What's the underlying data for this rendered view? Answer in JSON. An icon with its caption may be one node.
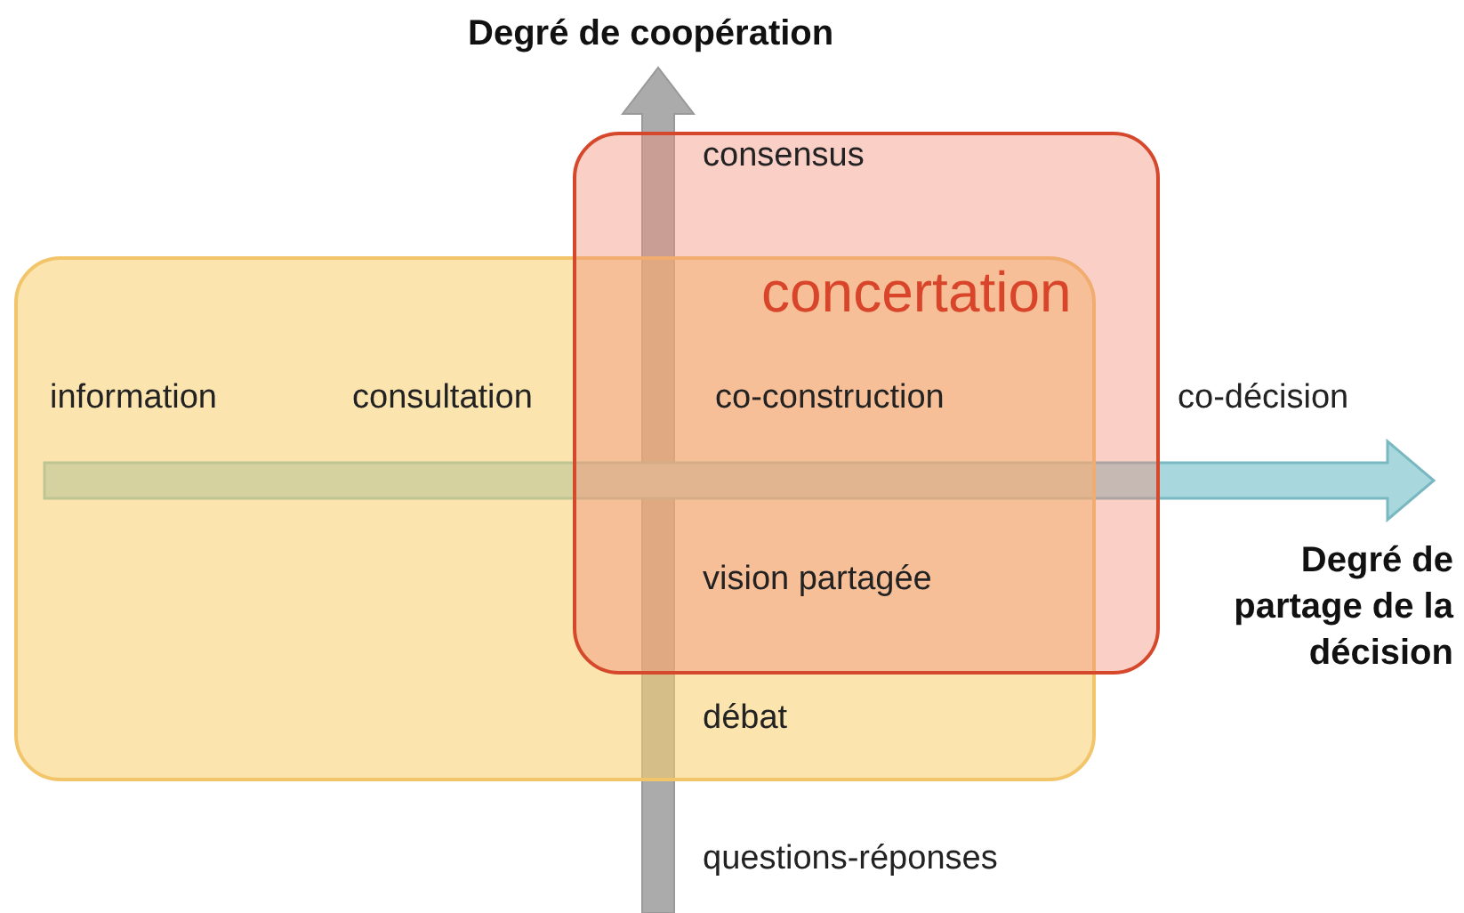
{
  "diagram": {
    "nodes": [
      {
        "text": [
          "concertation"
        ]
      },
      {
        "text": [],
        "shape": "box"
      }
    ],
    "edges": [],
    "labels": [
      "Degré de coopération",
      "consensus",
      "information",
      "consultation",
      "co-construction",
      "co-décision",
      "Degré de partage de la décision",
      "vision partagée",
      "débat",
      "questions-réponses"
    ]
  }
}
